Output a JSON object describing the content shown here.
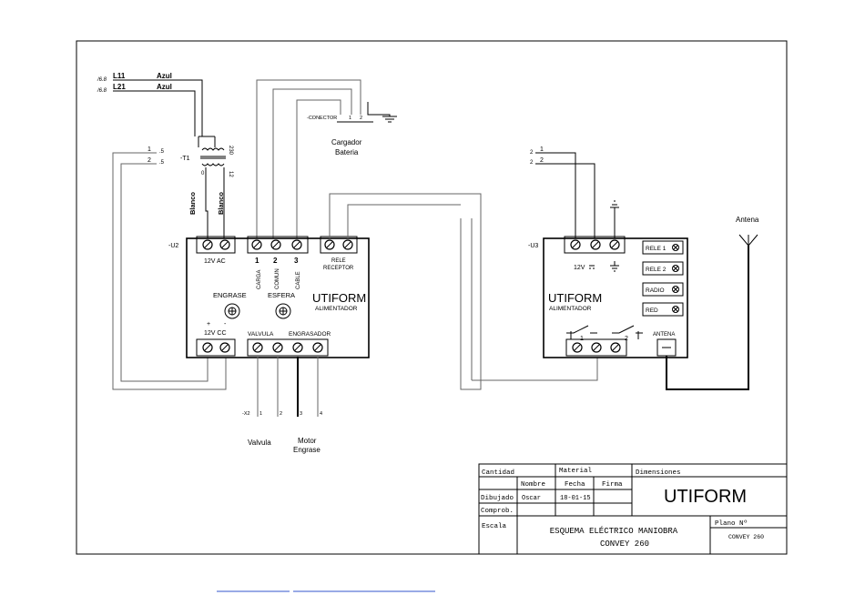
{
  "transformer": {
    "l11": "L11",
    "l21": "L21",
    "azul1": "Azul",
    "azul2": "Azul",
    "ref1": "/6.8",
    "ref2": "/6.8",
    "name": "-T1",
    "tap0": "0",
    "tap1": "12",
    "tap2": "230",
    "blanco1": "Blanco",
    "blanco2": "Blanco"
  },
  "left_feed": {
    "n1": "1",
    "n2": "2",
    "s1": ".5",
    "s2": ".5"
  },
  "battery": {
    "connector": "-CONECTOR",
    "pin1": "1",
    "pin2": "2",
    "label1": "Cargador",
    "label2": "Bateria"
  },
  "u2": {
    "tag": "-U2",
    "power_label": "12V  AC",
    "n1": "1",
    "n2": "2",
    "n3": "3",
    "carga": "CARGA",
    "comun": "COMUN",
    "cable": "CABLE",
    "rele1": "RELE",
    "rele2": "RECEPTOR",
    "engrase": "ENGRASE",
    "esfera": "ESFERA",
    "brand": "UTIFORM",
    "sub": "ALIMENTADOR",
    "plus": "+",
    "minus": "-",
    "cc_label": "12V  CC",
    "valvula": "VALVULA",
    "engrasador": "ENGRASADOR"
  },
  "x2": {
    "tag": "-X2",
    "p1": "1",
    "p2": "2",
    "p3": "3",
    "p4": "4",
    "valvula": "Valvula",
    "motor1": "Motor",
    "motor2": "Engrase"
  },
  "u3": {
    "tag": "-U3",
    "power_label": "12V",
    "brand": "UTIFORM",
    "sub": "ALIMENTADOR",
    "relays": [
      "RELE 1",
      "RELE 2",
      "RADIO",
      "RED"
    ],
    "sw1": "1",
    "sw2": "2",
    "antena": "ANTENA"
  },
  "right_feed": {
    "n1": "1",
    "n2": "2",
    "s1": "2",
    "s2": "2"
  },
  "antenna_label": "Antena",
  "titleblock": {
    "cantidad": "Cantidad",
    "material": "Material",
    "dimensiones": "Dimensiones",
    "nombre": "Nombre",
    "fecha": "Fecha",
    "firma": "Firma",
    "dibujado": "Dibujado",
    "dibujado_name": "Oscar",
    "dibujado_date": "18-01-15",
    "comprob": "Comprob.",
    "escala": "Escala",
    "company": "UTIFORM",
    "title1": "ESQUEMA ELÉCTRICO MANIOBRA",
    "title2": "CONVEY 260",
    "plano": "Plano Nº",
    "plano_val": "CONVEY 260"
  }
}
